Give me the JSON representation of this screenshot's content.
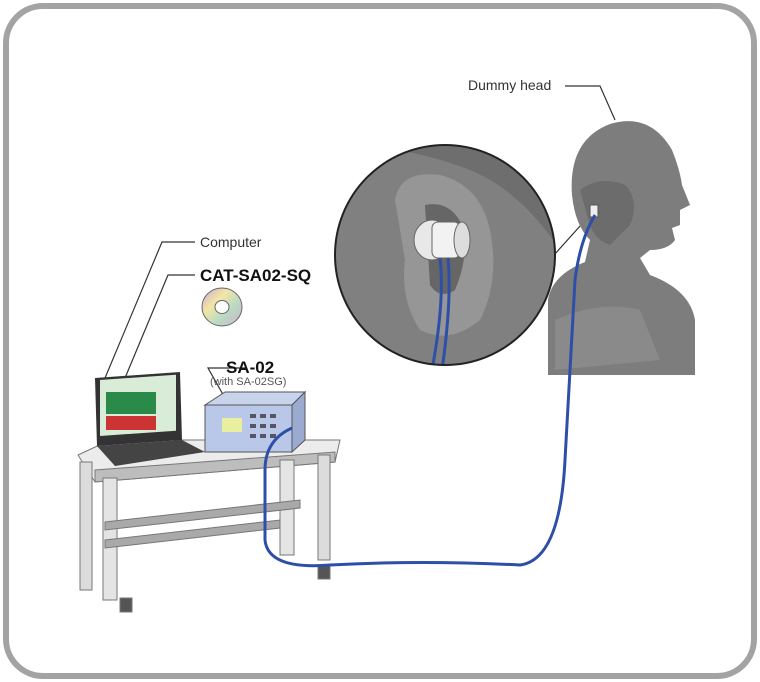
{
  "labels": {
    "dummy_head": "Dummy head",
    "computer": "Computer",
    "software": "CAT-SA02-SQ",
    "device": "SA-02",
    "device_sub": "(with SA-02SG)"
  },
  "colors": {
    "frame": "#a3a3a3",
    "cable": "#2e4fa8",
    "head": "#7a7a7a",
    "table": "#e6e6e6"
  }
}
